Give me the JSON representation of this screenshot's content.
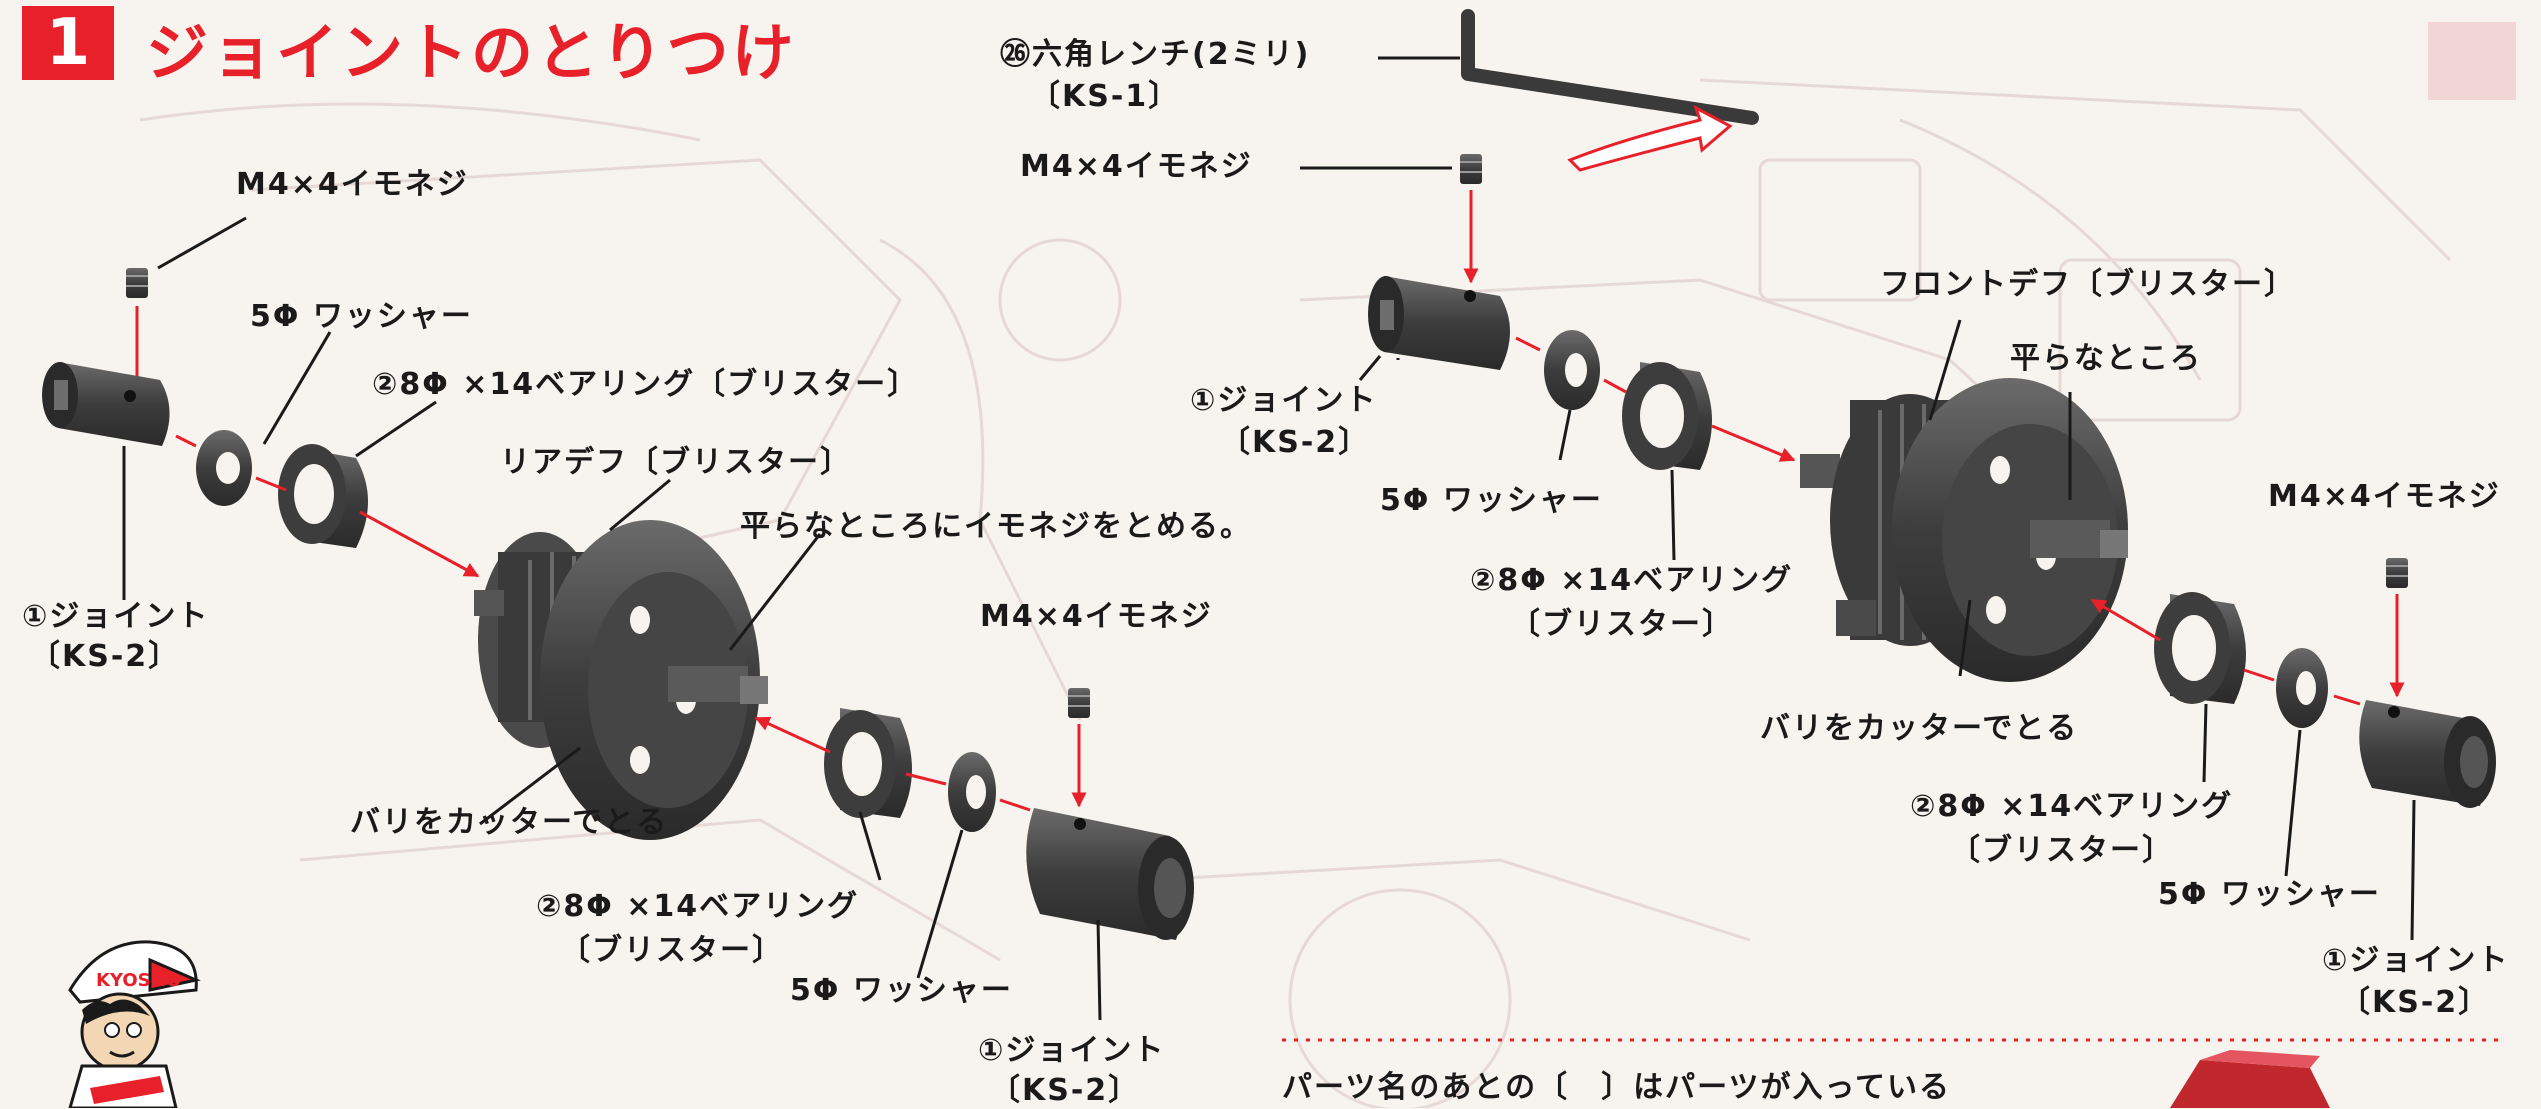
{
  "title": {
    "number": "1",
    "text": "ジョイントのとりつけ"
  },
  "labels": {
    "hex_wrench": "㉖六角レンチ(2ミリ)",
    "hex_wrench_code": "〔KS-1〕",
    "setscrew_top_right": "M4×4イモネジ",
    "setscrew_top_left": "M4×4イモネジ",
    "washer_top_left": "5Φ ワッシャー",
    "bearing_top_left": "②8Φ ×14ベアリング〔ブリスター〕",
    "rear_diff": "リアデフ〔ブリスター〕",
    "flat_spot_instruction": "平らなところにイモネジをとめる。",
    "joint_left": "①ジョイント",
    "joint_left_code": "〔KS-2〕",
    "setscrew_bottom_mid": "M4×4イモネジ",
    "burr_left": "バリをカッターでとる",
    "bearing_bottom_mid": "②8Φ ×14ベアリング",
    "bearing_bottom_mid_blister": "〔ブリスター〕",
    "washer_bottom_mid": "5Φ ワッシャー",
    "joint_bottom_mid": "①ジョイント",
    "joint_bottom_mid_code": "〔KS-2〕",
    "front_diff": "フロントデフ〔ブリスター〕",
    "flat_spot": "平らなところ",
    "joint_center": "①ジョイント",
    "joint_center_code": "〔KS-2〕",
    "washer_center": "5Φ ワッシャー",
    "bearing_center": "②8Φ ×14ベアリング",
    "bearing_center_blister": "〔ブリスター〕",
    "burr_right": "バリをカッターでとる",
    "setscrew_right": "M4×4イモネジ",
    "bearing_bottom_right": "②8Φ ×14ベアリング",
    "bearing_bottom_right_blister": "〔ブリスター〕",
    "washer_bottom_right": "5Φ ワッシャー",
    "joint_bottom_right": "①ジョイント",
    "joint_bottom_right_code": "〔KS-2〕"
  },
  "note": "パーツ名のあとの〔　〕はパーツが入っている",
  "mascot_cap_text": "KYOSHO",
  "colors": {
    "accent": "#e8202a",
    "part_dark": "#3a3a3a",
    "part_mid": "#5a5a5a",
    "background": "#f7f3ee"
  }
}
